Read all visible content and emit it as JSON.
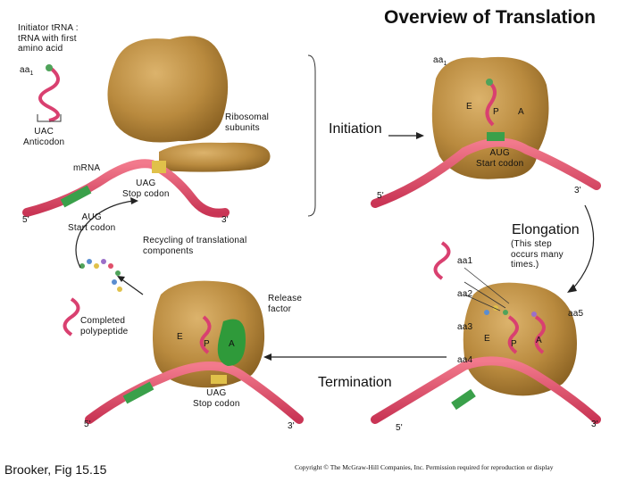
{
  "title": "Overview of Translation",
  "stages": {
    "initiation": "Initiation",
    "elongation": "Elongation",
    "termination": "Termination",
    "recycling": "Recycling of translational\ncomponents"
  },
  "labels": {
    "initiator": "Initiator tRNA :\ntRNA with first\namino acid",
    "aa1": "aa",
    "aa1_sub": "1",
    "uac": "UAC\nAnticodon",
    "ribosomal_subunits": "Ribosomal\nsubunits",
    "mrna": "mRNA",
    "uag_stop_1": "UAG\nStop codon",
    "aug_start_1": "AUG\nStart codon",
    "five_prime": "5'",
    "three_prime": "3'",
    "e": "E",
    "p": "P",
    "a": "A",
    "aug_start_2": "AUG\nStart codon",
    "aa_list": [
      "aa1",
      "aa2",
      "aa3",
      "aa4"
    ],
    "aa5": "aa5",
    "this_step": "(This step\noccurs many\ntimes.)",
    "release_factor": "Release\nfactor",
    "completed_polypeptide": "Completed\npolypeptide",
    "uag_stop_2": "UAG\nStop codon"
  },
  "footer": {
    "credit": "Brooker, Fig 15.15",
    "copyright": "Copyright © The McGraw-Hill Companies, Inc. Permission required for reproduction or display"
  },
  "colors": {
    "ribosome": "#b98a3e",
    "ribosome_light": "#d8b06a",
    "mrna": "#e0506a",
    "mrna_green": "#3aa04a",
    "trna": "#d94070",
    "release_factor": "#2f9a3a"
  }
}
